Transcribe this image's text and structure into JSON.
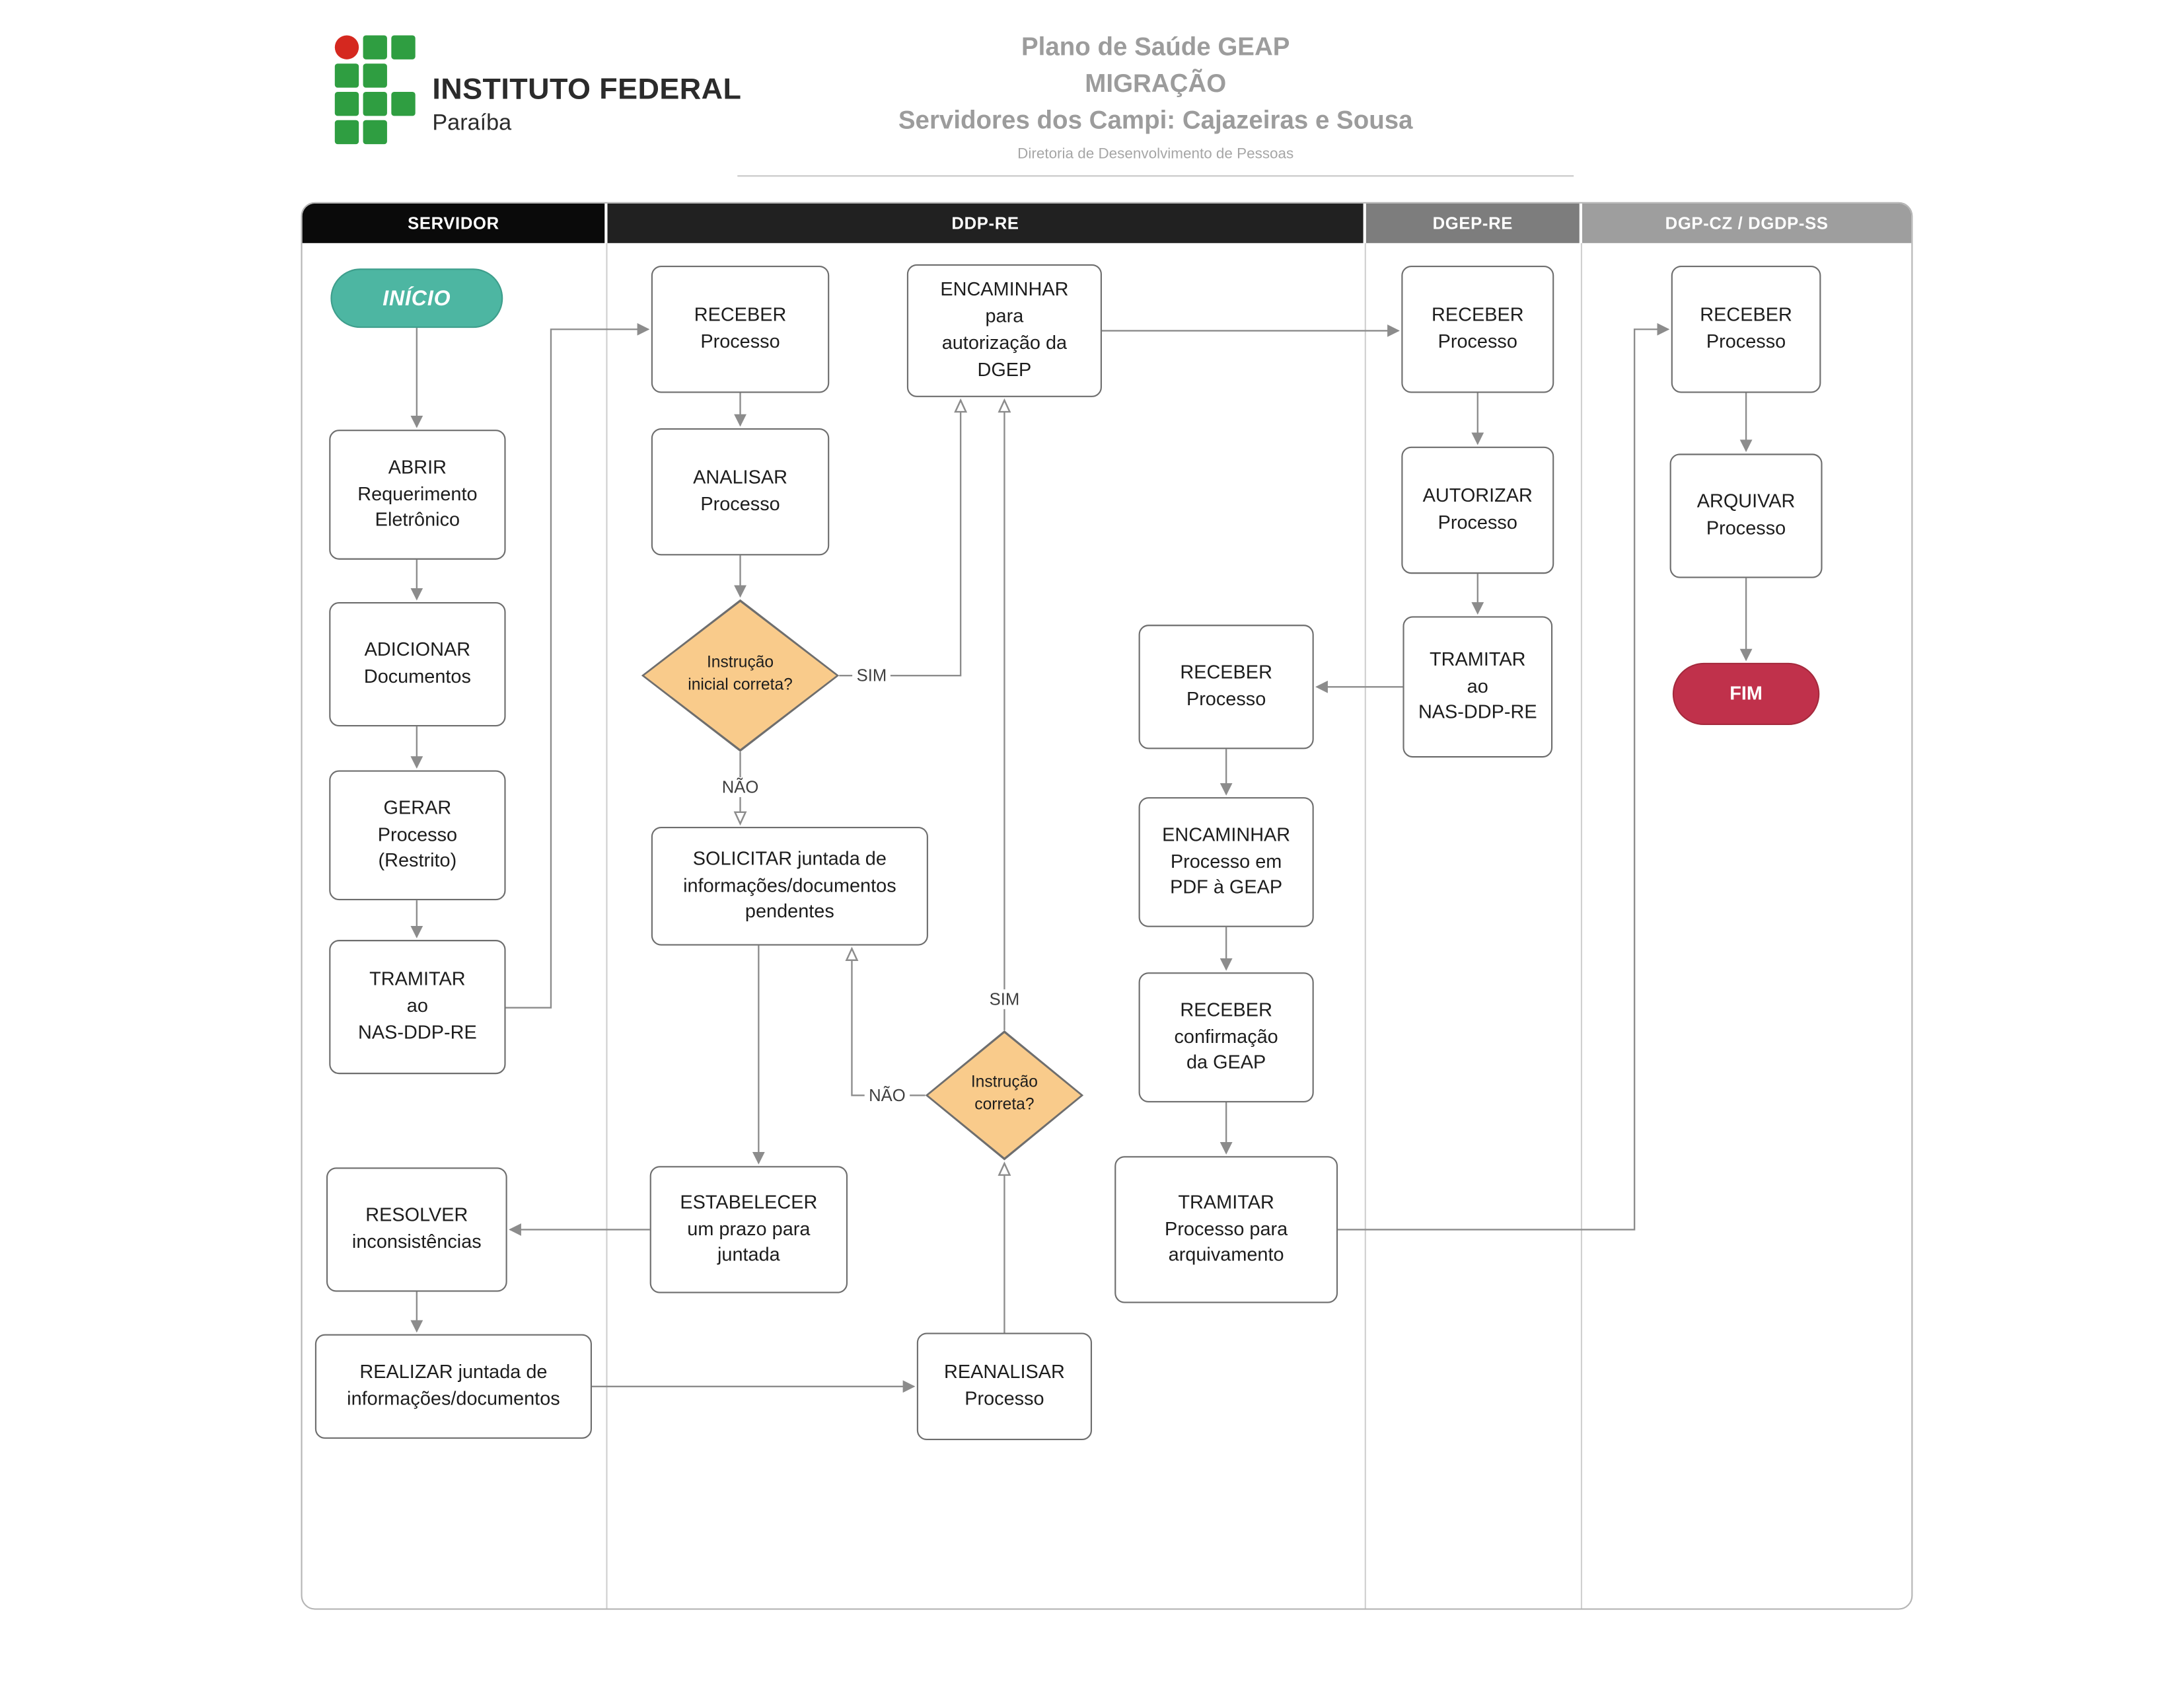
{
  "header": {
    "logo": {
      "institution": "INSTITUTO FEDERAL",
      "unit": "Paraíba"
    },
    "title_lines": [
      "Plano de Saúde GEAP",
      "MIGRAÇÃO",
      "Servidores dos Campi: Cajazeiras e Sousa"
    ],
    "subtitle": "Diretoria de Desenvolvimento de Pessoas"
  },
  "lanes": [
    {
      "label": "SERVIDOR",
      "header_color": "#0a0a0a"
    },
    {
      "label": "DDP-RE",
      "header_color": "#212121"
    },
    {
      "label": "DGEP-RE",
      "header_color": "#7d7d7d"
    },
    {
      "label": "DGP-CZ / DGDP-SS",
      "header_color": "#9e9e9e"
    }
  ],
  "nodes": {
    "inicio": {
      "lane": "SERVIDOR",
      "type": "start",
      "label": "INÍCIO"
    },
    "abrir": {
      "lane": "SERVIDOR",
      "type": "process",
      "label": "ABRIR\nRequerimento\nEletrônico"
    },
    "adicionar": {
      "lane": "SERVIDOR",
      "type": "process",
      "label": "ADICIONAR\nDocumentos"
    },
    "gerar": {
      "lane": "SERVIDOR",
      "type": "process",
      "label": "GERAR\nProcesso\n(Restrito)"
    },
    "tramitar_nas": {
      "lane": "SERVIDOR",
      "type": "process",
      "label": "TRAMITAR\nao\nNAS-DDP-RE"
    },
    "resolver": {
      "lane": "SERVIDOR",
      "type": "process",
      "label": "RESOLVER\ninconsistências"
    },
    "realizar": {
      "lane": "SERVIDOR",
      "type": "process",
      "label": "REALIZAR  juntada de\ninformações/documentos"
    },
    "receber_ddp": {
      "lane": "DDP-RE",
      "type": "process",
      "label": "RECEBER\nProcesso"
    },
    "analisar": {
      "lane": "DDP-RE",
      "type": "process",
      "label": "ANALISAR\nProcesso"
    },
    "instrucao_inicial": {
      "lane": "DDP-RE",
      "type": "decision",
      "label": "Instrução\ninicial correta?"
    },
    "encaminhar_autorizacao": {
      "lane": "DDP-RE",
      "type": "process",
      "label": "ENCAMINHAR\npara\nautorização da\nDGEP"
    },
    "solicitar": {
      "lane": "DDP-RE",
      "type": "process",
      "label": "SOLICITAR juntada de\ninformações/documentos\npendentes"
    },
    "estabelecer": {
      "lane": "DDP-RE",
      "type": "process",
      "label": "ESTABELECER\num prazo para\njuntada"
    },
    "instrucao_correta": {
      "lane": "DDP-RE",
      "type": "decision",
      "label": "Instrução\ncorreta?"
    },
    "reanalisar": {
      "lane": "DDP-RE",
      "type": "process",
      "label": "REANALISAR\nProcesso"
    },
    "receber_tramitado": {
      "lane": "DDP-RE",
      "type": "process",
      "label": "RECEBER\nProcesso"
    },
    "encaminhar_pdf": {
      "lane": "DDP-RE",
      "type": "process",
      "label": "ENCAMINHAR\nProcesso em\nPDF à GEAP"
    },
    "receber_confirmacao": {
      "lane": "DDP-RE",
      "type": "process",
      "label": "RECEBER\nconfirmação\nda GEAP"
    },
    "tramitar_arquivamento": {
      "lane": "DDP-RE",
      "type": "process",
      "label": "TRAMITAR\nProcesso para\narquivamento"
    },
    "receber_dgep": {
      "lane": "DGEP-RE",
      "type": "process",
      "label": "RECEBER\nProcesso"
    },
    "autorizar": {
      "lane": "DGEP-RE",
      "type": "process",
      "label": "AUTORIZAR\nProcesso"
    },
    "tramitar_nas_dgep": {
      "lane": "DGEP-RE",
      "type": "process",
      "label": "TRAMITAR\nao\nNAS-DDP-RE"
    },
    "receber_dgp": {
      "lane": "DGP-CZ / DGDP-SS",
      "type": "process",
      "label": "RECEBER\nProcesso"
    },
    "arquivar": {
      "lane": "DGP-CZ / DGDP-SS",
      "type": "process",
      "label": "ARQUIVAR\nProcesso"
    },
    "fim": {
      "lane": "DGP-CZ / DGDP-SS",
      "type": "end",
      "label": "FIM"
    }
  },
  "edge_labels": {
    "instrucao_inicial_sim": "SIM",
    "instrucao_inicial_nao": "NÃO",
    "instrucao_correta_sim": "SIM",
    "instrucao_correta_nao": "NÃO"
  },
  "colors": {
    "start_fill": "#4db6a2",
    "end_fill": "#c0314b",
    "decision_fill": "#f9cb8b",
    "node_border": "#6e6e6e",
    "connector": "#8c8c8c",
    "logo_green": "#2f9e41",
    "logo_red": "#d5281f",
    "title_gray": "#9c9c9c"
  }
}
